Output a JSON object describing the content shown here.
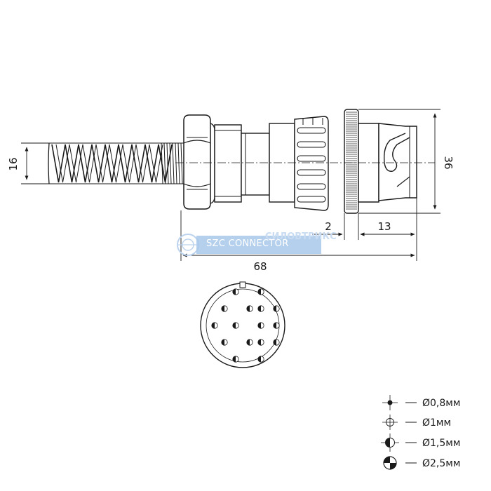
{
  "dimensions": {
    "cable_diameter": "16",
    "head_height": "36",
    "flange_thickness": "2",
    "head_length": "13",
    "overall_length": "68"
  },
  "watermark": {
    "text": "SZC CONNECTOR",
    "brand": "СИЛОВТРИКС"
  },
  "legend": [
    {
      "symbol": "dot",
      "label": "Ø0,8мм"
    },
    {
      "symbol": "crosshair",
      "label": "Ø1мм"
    },
    {
      "symbol": "half",
      "label": "Ø1,5мм"
    },
    {
      "symbol": "quarter",
      "label": "Ø2,5мм"
    }
  ],
  "colors": {
    "line": "#1a1a1a",
    "watermark_band": "#a8c8ea"
  }
}
